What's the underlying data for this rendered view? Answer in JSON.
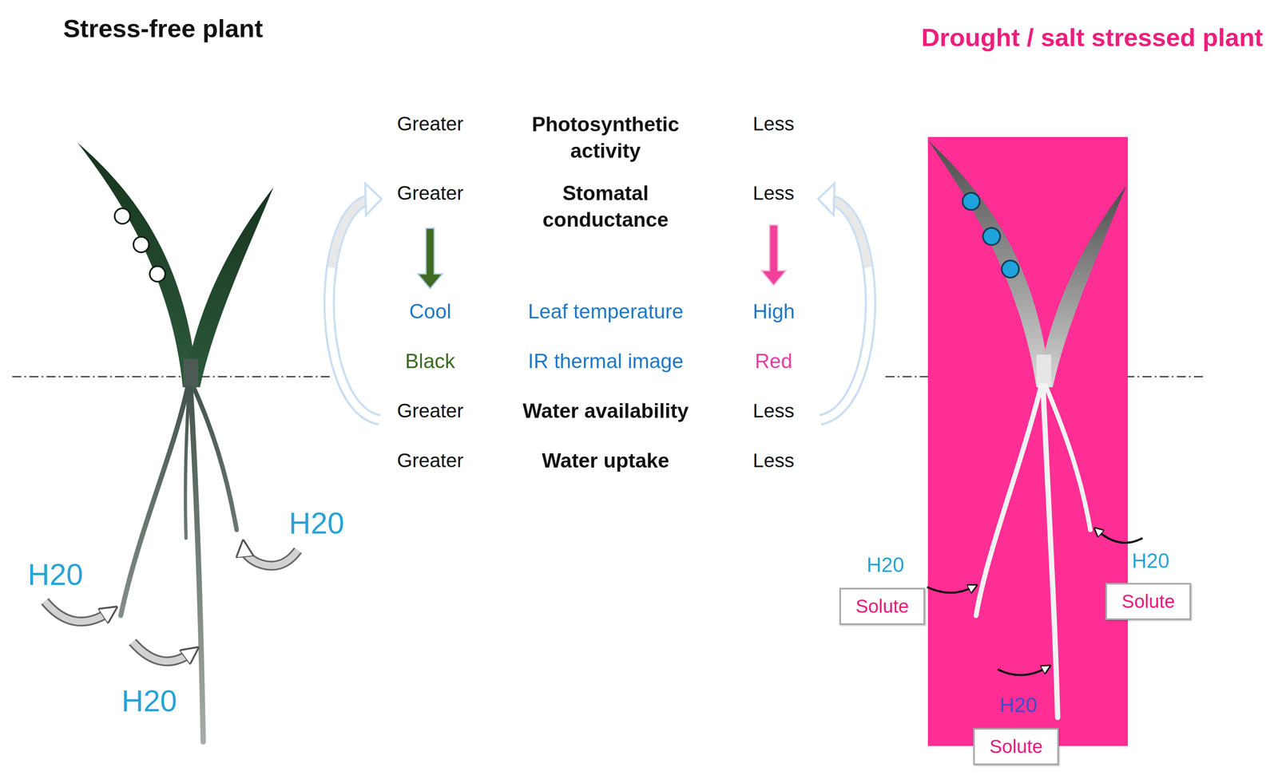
{
  "diagram": {
    "nodes": [
      {
        "text": [
          "Solute"
        ]
      },
      {
        "text": [
          "Solute"
        ]
      },
      {
        "text": [
          "Solute"
        ]
      }
    ],
    "labels": [
      "Stress-free plant",
      "Drought / salt stressed plant",
      "Greater",
      "Photosynthetic activity",
      "Less",
      "Greater",
      "Stomatal conductance",
      "Less",
      "Cool",
      "Leaf temperature",
      "High",
      "Black",
      "IR thermal image",
      "Red",
      "Greater",
      "Water availability",
      "Less",
      "Greater",
      "Water uptake",
      "Less",
      "H20",
      "H20",
      "H20",
      "H20",
      "H20",
      "H20"
    ]
  }
}
